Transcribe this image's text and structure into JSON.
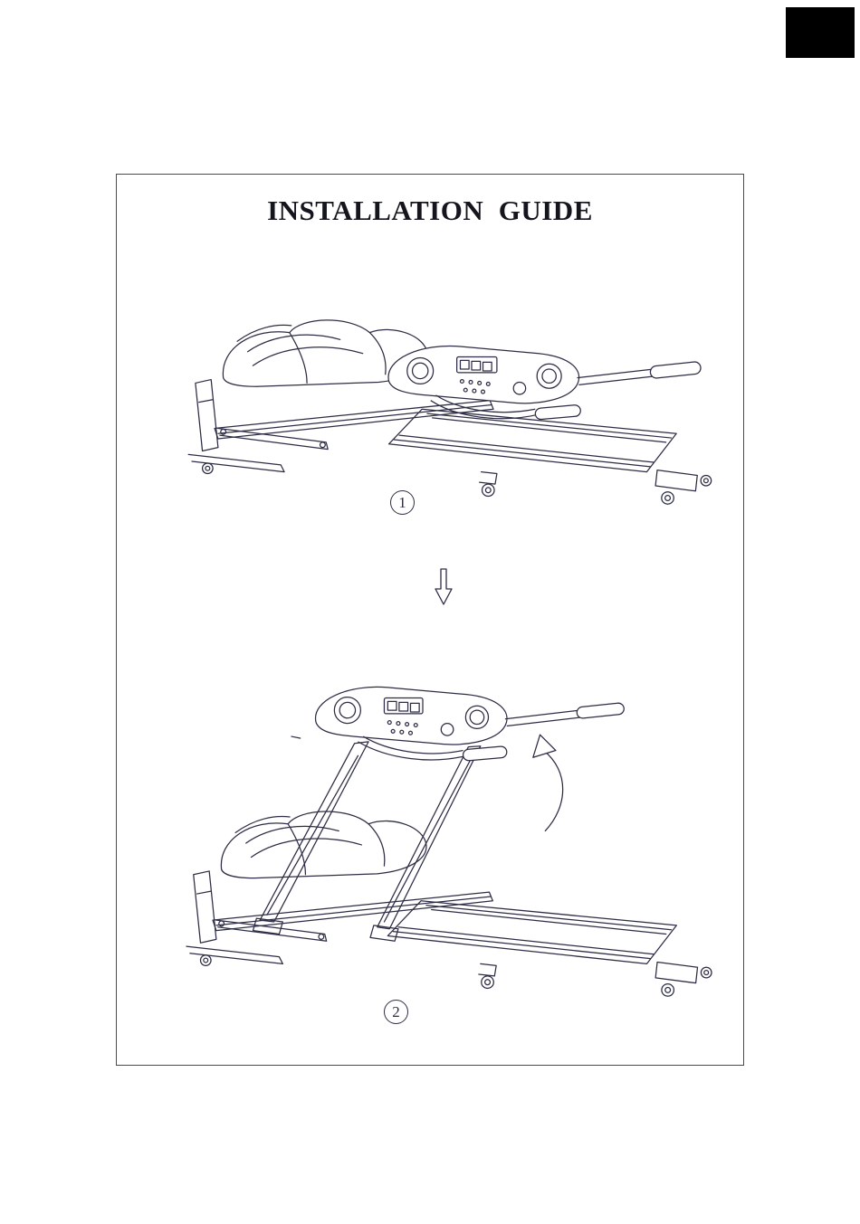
{
  "page": {
    "title": "INSTALLATION  GUIDE"
  },
  "steps": [
    {
      "label": "1"
    },
    {
      "label": "2"
    }
  ],
  "icons": {
    "down_arrow": "hollow arrow pointing down between step 1 and step 2",
    "lift_arrow": "curved arrow showing mast being raised"
  },
  "colors": {
    "ink": "#2d2d45",
    "page_background": "#ffffff",
    "panel_border": "#4a4a4a",
    "corner_marker": "#000000",
    "title_color": "#15151d"
  }
}
